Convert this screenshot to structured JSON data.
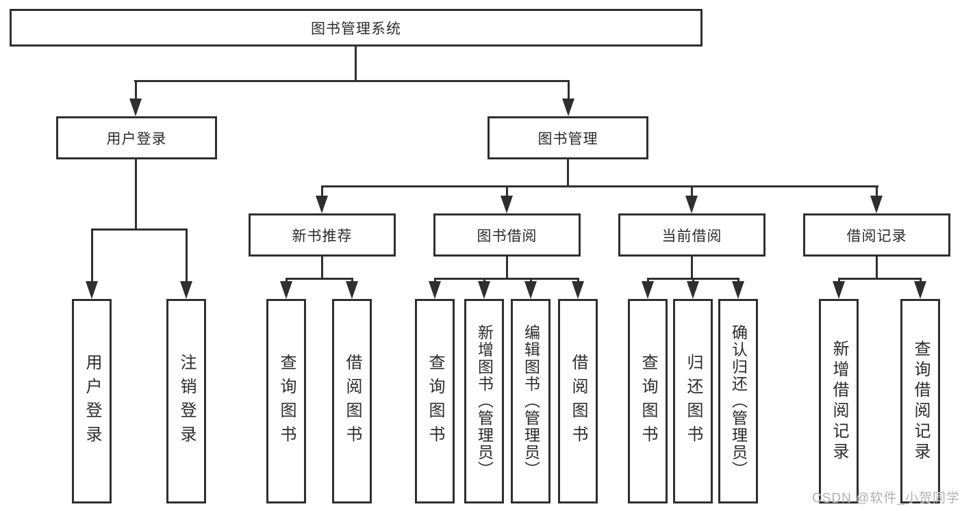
{
  "colors": {
    "line": "#2f2f2f",
    "text": "#2b2b2b",
    "watermark": "#b0b0b0",
    "bg": "#ffffff"
  },
  "watermark": {
    "text": "CSDN @软件_小贺同学"
  },
  "tree": {
    "label": "图书管理系统",
    "children": [
      {
        "label": "用户登录",
        "children": [
          {
            "label": "用户登录"
          },
          {
            "label": "注销登录"
          }
        ]
      },
      {
        "label": "图书管理",
        "children": [
          {
            "label": "新书推荐",
            "children": [
              {
                "label": "查询图书"
              },
              {
                "label": "借阅图书"
              }
            ]
          },
          {
            "label": "图书借阅",
            "children": [
              {
                "label": "查询图书"
              },
              {
                "label": "新增图书（管理员）"
              },
              {
                "label": "编辑图书（管理员）"
              },
              {
                "label": "借阅图书"
              }
            ]
          },
          {
            "label": "当前借阅",
            "children": [
              {
                "label": "查询图书"
              },
              {
                "label": "归还图书"
              },
              {
                "label": "确认归还（管理员）"
              }
            ]
          },
          {
            "label": "借阅记录",
            "children": [
              {
                "label": "新增借阅记录"
              },
              {
                "label": "查询借阅记录"
              }
            ]
          }
        ]
      }
    ]
  }
}
